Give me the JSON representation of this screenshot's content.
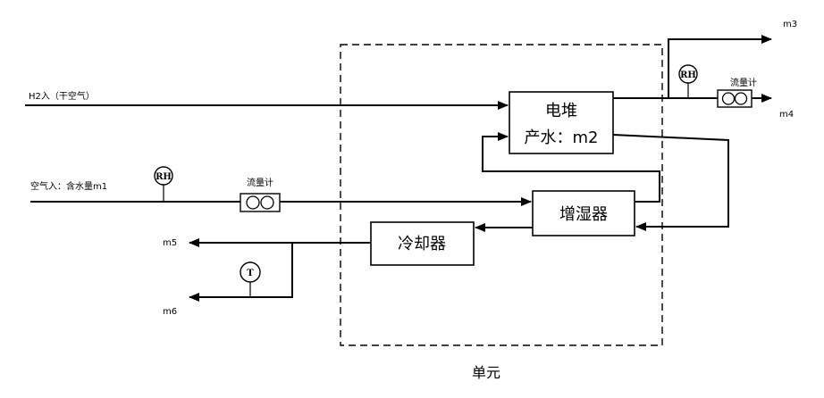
{
  "labels": {
    "h2_in": "H2入（干空气）",
    "air_in": "空气入：含水量m1",
    "m3": "m3",
    "m4": "m4",
    "m5": "m5",
    "m6": "m6",
    "flowmeter_top": "流量计",
    "flowmeter_left": "流量计",
    "unit": "单元"
  },
  "boxes": {
    "stack_line1": "电堆",
    "stack_line2": "产水：m2",
    "humidifier": "增湿器",
    "cooler": "冷却器"
  },
  "sensors": {
    "rh_top": "RH",
    "rh_left": "RH",
    "t": "T"
  }
}
